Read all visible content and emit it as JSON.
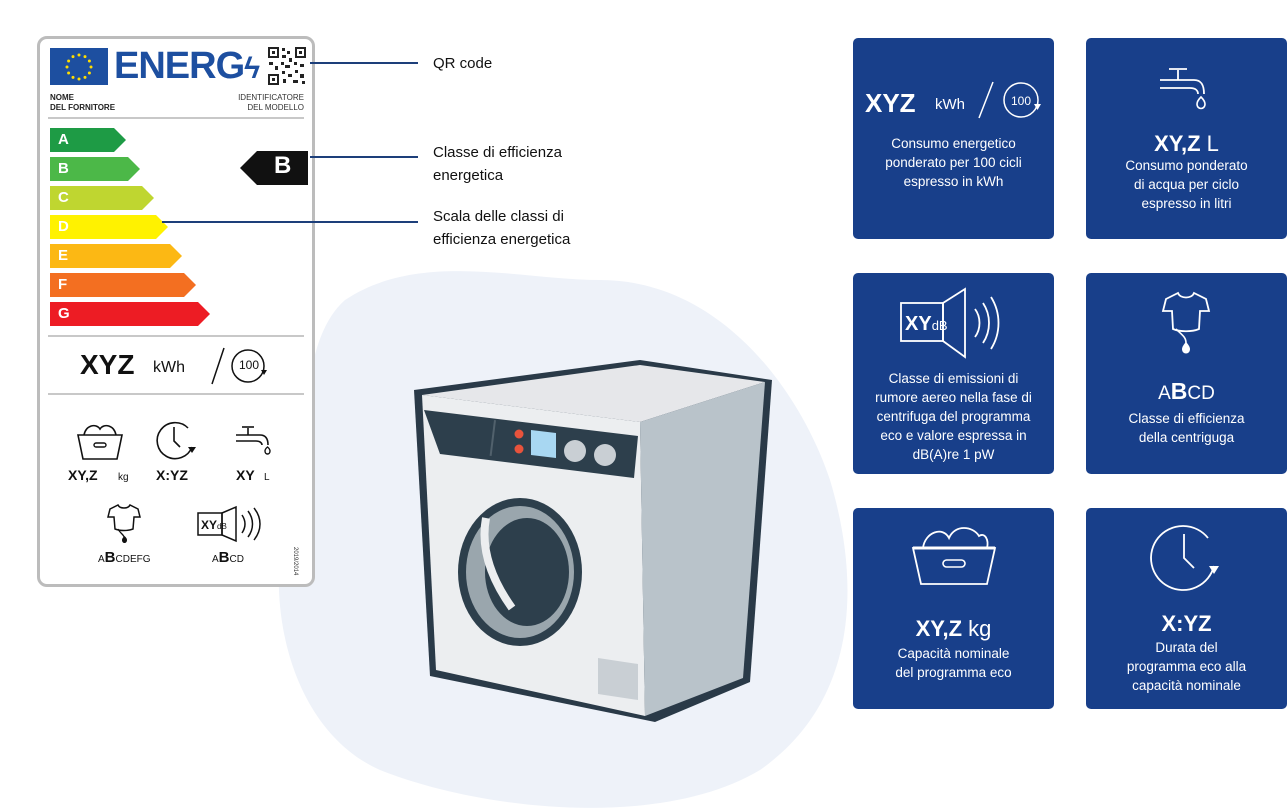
{
  "label": {
    "energy_word": "ENERG",
    "supplier": "NOME\nDEL FORNITORE",
    "model": "IDENTIFICATORE\nDEL MODELLO",
    "classes": [
      "A",
      "B",
      "C",
      "D",
      "E",
      "F",
      "G"
    ],
    "class_colors": [
      "#1e9b45",
      "#4cb848",
      "#bfd630",
      "#fff200",
      "#fcb814",
      "#f36f21",
      "#ed1c24"
    ],
    "current_class": "B",
    "kwh_value": "XYZ",
    "kwh_unit": "kWh",
    "cycles": "100",
    "capacity_value": "XY,Z",
    "capacity_unit": "kg",
    "duration_value": "X:YZ",
    "water_value": "XY",
    "water_unit": "L",
    "spin_scale_prefix": "A",
    "spin_scale_current": "B",
    "spin_scale_suffix": "CDEFG",
    "noise_value": "XY",
    "noise_unit": "dB",
    "noise_scale_prefix": "A",
    "noise_scale_current": "B",
    "noise_scale_suffix": "CD",
    "regulation": "2019/2014"
  },
  "callouts": {
    "qr": "QR code",
    "class_line1": "Classe di efficienza",
    "class_line2": "energetica",
    "scale_line1": "Scala delle classi di",
    "scale_line2": "efficienza energetica"
  },
  "tiles": {
    "energy": {
      "value": "XYZ",
      "unit": "kWh",
      "cycles": "100",
      "desc": [
        "Consumo energetico",
        "ponderato per 100 cicli",
        "espresso in kWh"
      ]
    },
    "water": {
      "value": "XY,Z",
      "unit": "L",
      "desc": [
        "Consumo ponderato",
        "di acqua per ciclo",
        "espresso in litri"
      ]
    },
    "noise": {
      "value": "XY",
      "unit": "dB",
      "desc": [
        "Classe di emissioni di",
        "rumore aereo nella fase di",
        "centrifuga del programma",
        "eco e valore espressa in",
        "dB(A)re 1 pW"
      ]
    },
    "spin": {
      "prefix": "A",
      "current": "B",
      "suffix": "CD",
      "desc": [
        "Classe di efficienza",
        "della centriguga"
      ]
    },
    "capacity": {
      "value": "XY,Z",
      "unit": "kg",
      "desc": [
        "Capacità nominale",
        "del programma eco"
      ]
    },
    "duration": {
      "value": "X:YZ",
      "desc": [
        "Durata del",
        "programma eco alla",
        "capacità nominale"
      ]
    }
  },
  "colors": {
    "tile": "#183f8a",
    "eu_blue": "#1d4fa0",
    "blob": "#eef2f9"
  }
}
